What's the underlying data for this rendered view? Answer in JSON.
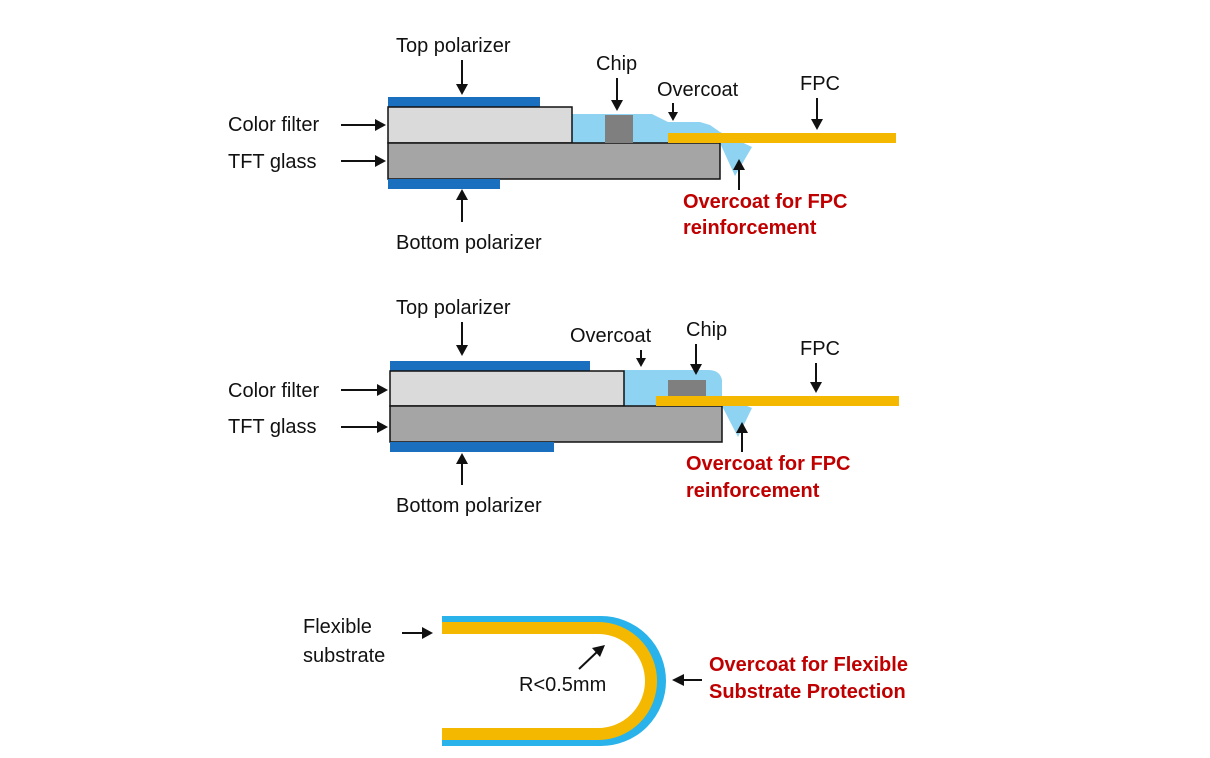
{
  "colors": {
    "polarizer": "#1a6fbf",
    "color_filter": "#dadada",
    "tft_glass": "#a5a5a5",
    "chip": "#7f7f7f",
    "overcoat": "#8fd3f2",
    "overcoat_flex": "#2ab3ea",
    "fpc": "#f5b800",
    "red_text": "#c00000"
  },
  "diagram1": {
    "top_polarizer": "Top polarizer",
    "chip": "Chip",
    "overcoat": "Overcoat",
    "fpc": "FPC",
    "color_filter": "Color filter",
    "tft_glass": "TFT glass",
    "bottom_polarizer": "Bottom polarizer",
    "reinforcement_line1": "Overcoat for FPC",
    "reinforcement_line2": "reinforcement"
  },
  "diagram2": {
    "top_polarizer": "Top polarizer",
    "overcoat": "Overcoat",
    "chip": "Chip",
    "fpc": "FPC",
    "color_filter": "Color filter",
    "tft_glass": "TFT glass",
    "bottom_polarizer": "Bottom polarizer",
    "reinforcement_line1": "Overcoat for FPC",
    "reinforcement_line2": "reinforcement"
  },
  "diagram3": {
    "substrate_line1": "Flexible",
    "substrate_line2": "substrate",
    "radius": "R<0.5mm",
    "protection_line1": "Overcoat for Flexible",
    "protection_line2": "Substrate Protection"
  }
}
